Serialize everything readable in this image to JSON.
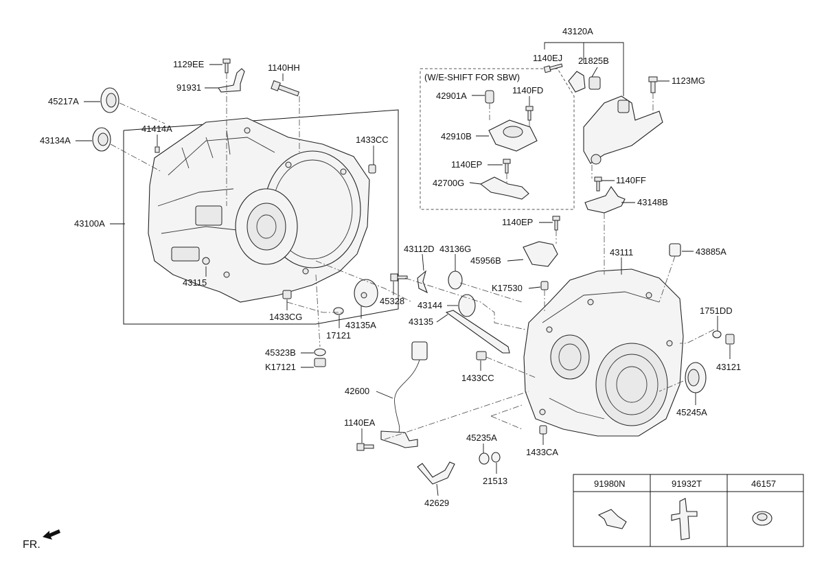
{
  "labels": {
    "p43120A": "43120A",
    "p1140EJ": "1140EJ",
    "p21825B": "21825B",
    "p1123MG": "1123MG",
    "p1129EE": "1129EE",
    "p1140HH": "1140HH",
    "p91931": "91931",
    "p45217A": "45217A",
    "p43134A": "43134A",
    "p41414A": "41414A",
    "p1433CC_a": "1433CC",
    "p43100A": "43100A",
    "p43115": "43115",
    "p1433CG": "1433CG",
    "p17121": "17121",
    "p43135A": "43135A",
    "p45323B": "45323B",
    "pK17121": "K17121",
    "wshift": "(W/E-SHIFT FOR SBW)",
    "p42901A": "42901A",
    "p1140FD": "1140FD",
    "p42910B": "42910B",
    "p1140EP_a": "1140EP",
    "p42700G": "42700G",
    "p1140FF": "1140FF",
    "p43148B": "43148B",
    "p1140EP_b": "1140EP",
    "p45956B": "45956B",
    "p43112D": "43112D",
    "p43136G": "43136G",
    "p45328": "45328",
    "pK17530": "K17530",
    "p43111": "43111",
    "p43885A": "43885A",
    "p43144": "43144",
    "p43135": "43135",
    "p1751DD": "1751DD",
    "p43121": "43121",
    "p1433CC_b": "1433CC",
    "p42600": "42600",
    "p45245A": "45245A",
    "p1140EA": "1140EA",
    "p45235A": "45235A",
    "p1433CA": "1433CA",
    "p21513": "21513",
    "p42629": "42629",
    "fr": "FR."
  },
  "legend_table": {
    "headers": [
      "91980N",
      "91932T",
      "46157"
    ]
  }
}
